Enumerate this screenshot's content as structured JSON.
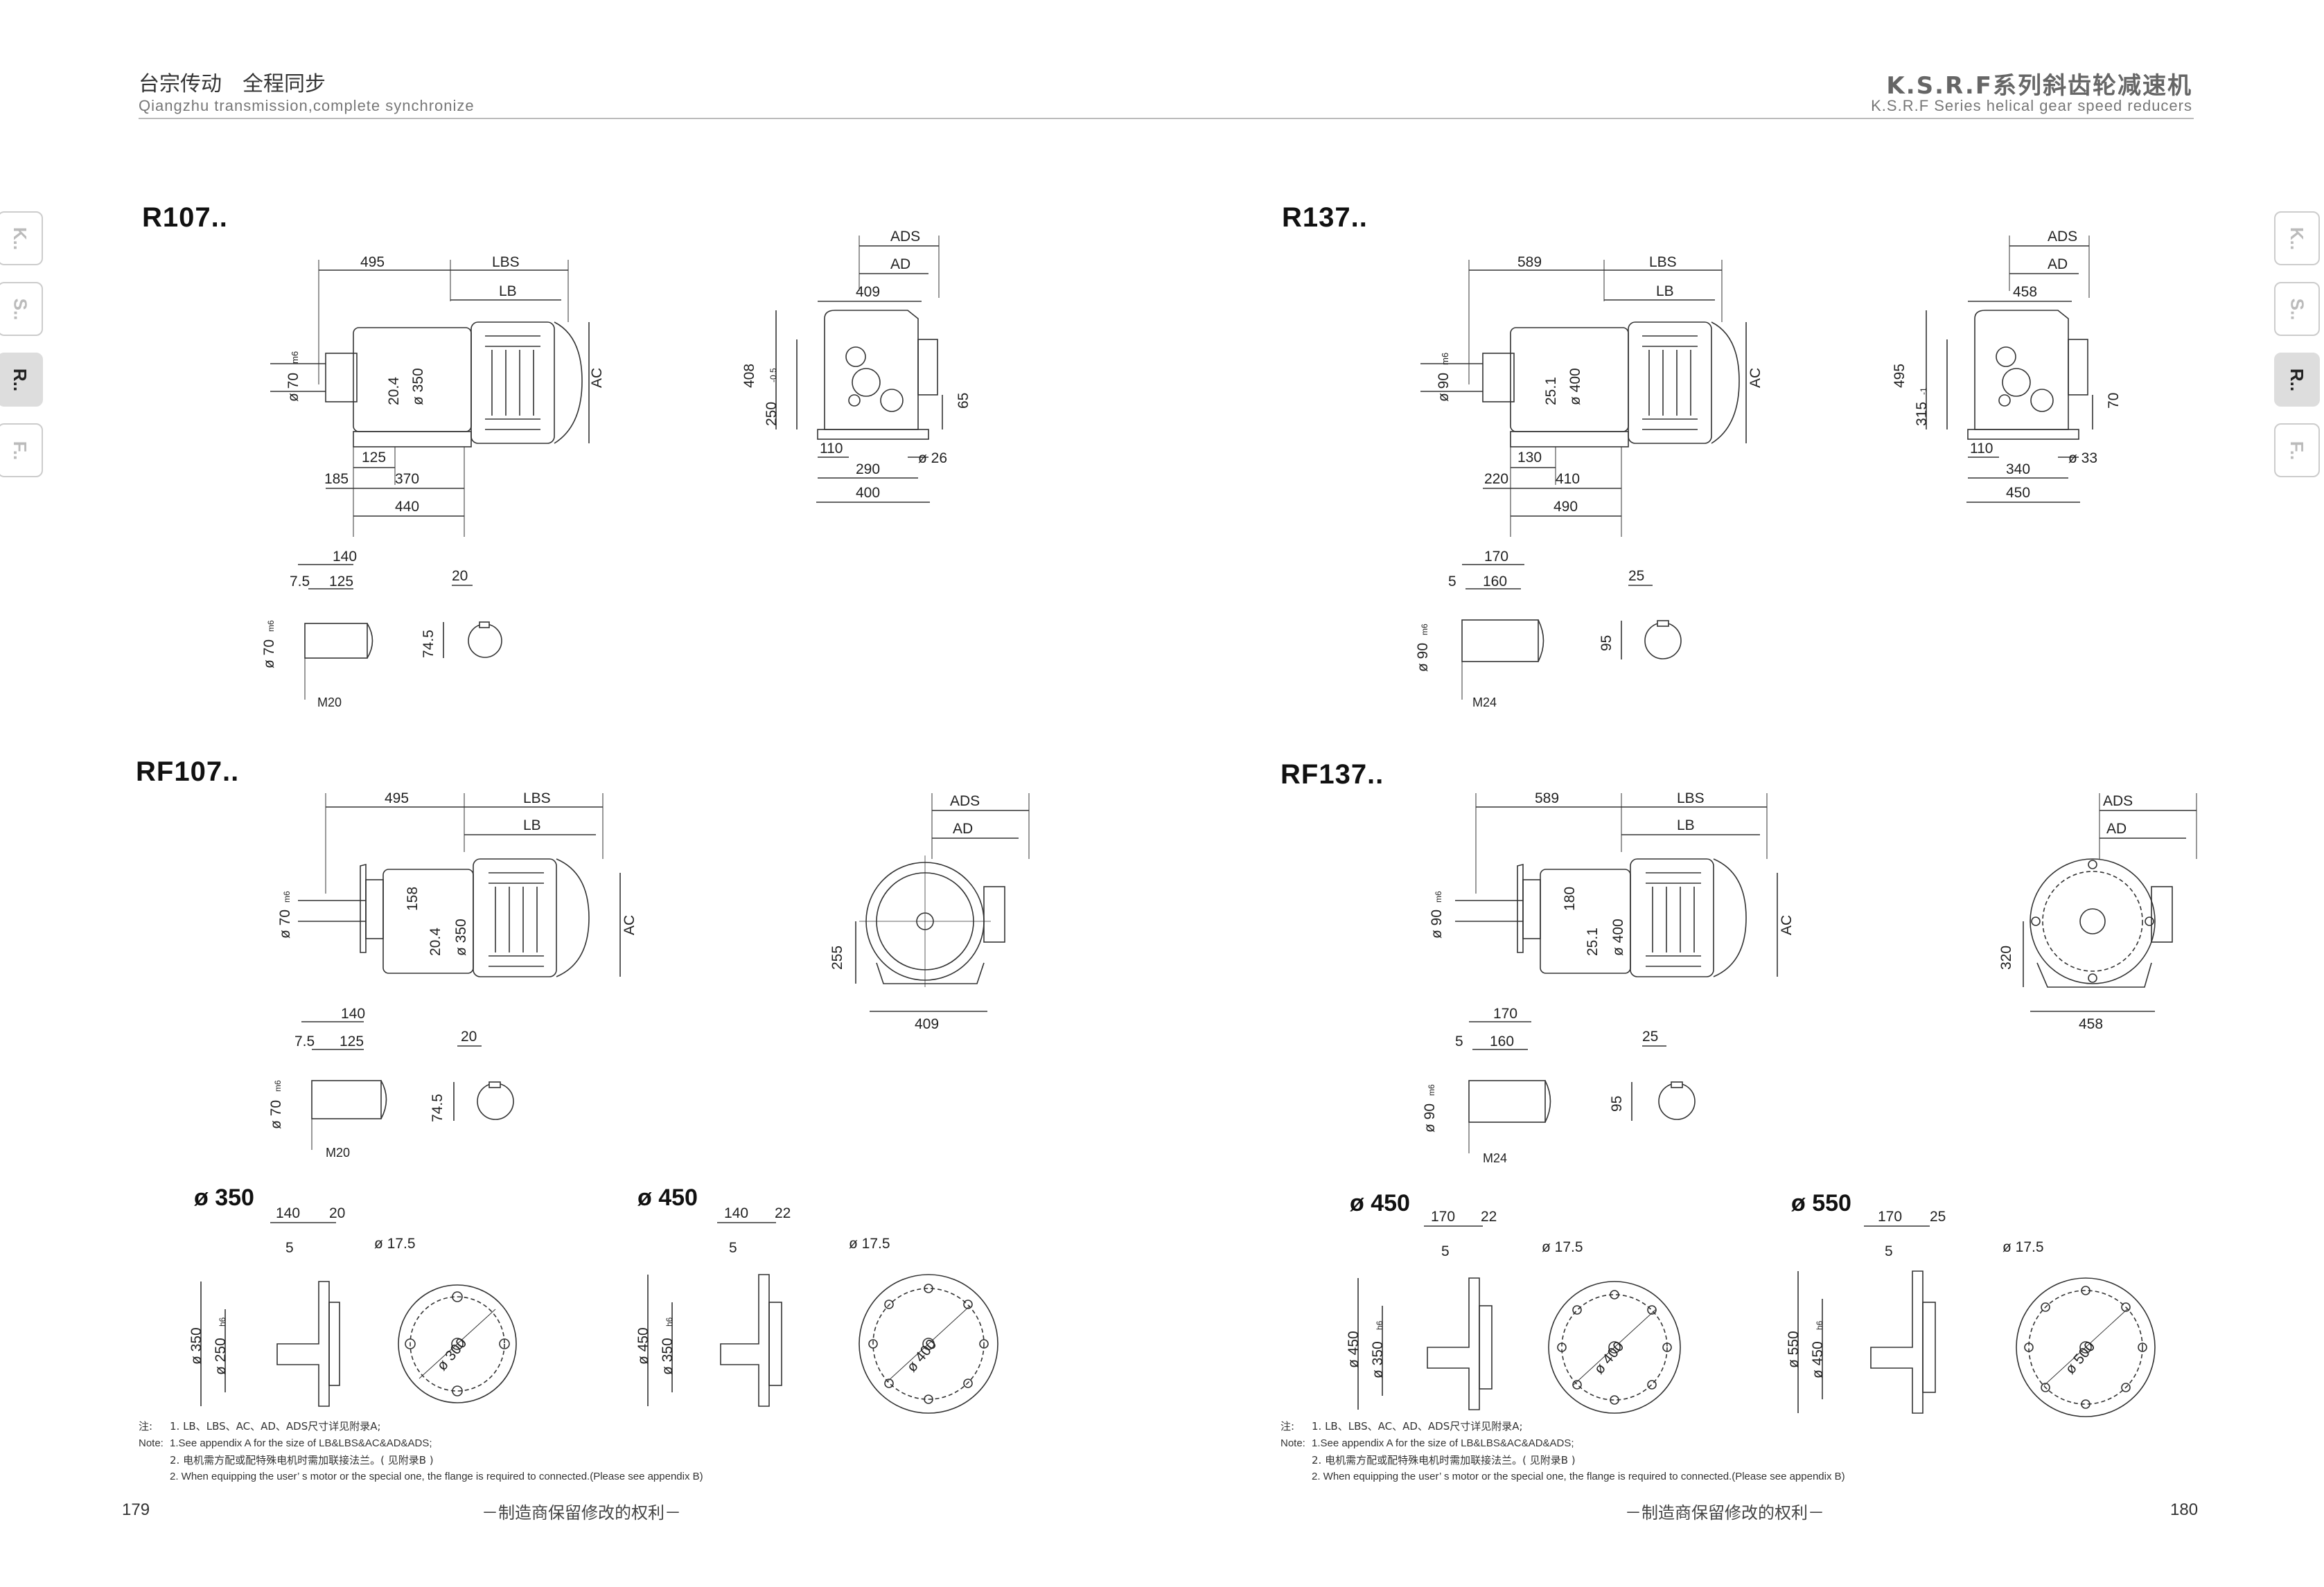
{
  "header": {
    "left_cn": "台宗传动　全程同步",
    "left_en": "Qiangzhu transmission,complete synchronize",
    "right_cn": "K.S.R.F系列斜齿轮减速机",
    "right_en": "K.S.R.F Series helical gear speed reducers"
  },
  "side_tabs": {
    "labels": [
      "K..",
      "S..",
      "R..",
      "F.."
    ],
    "active": "R.."
  },
  "left_page": {
    "r_title": "R107..",
    "r_dims": {
      "d495": "495",
      "lbs": "LBS",
      "lb": "LB",
      "ac": "AC",
      "ads": "ADS",
      "ad": "AD",
      "d409": "409",
      "d408": "408",
      "d250": "250",
      "tol250": "-0.5",
      "d65": "65",
      "d110": "110",
      "d26": "ø 26",
      "d290": "290",
      "d400": "400",
      "shaft": "ø 70",
      "shaft_tol": "m6",
      "d20_4": "20.4",
      "d350": "ø 350",
      "d125": "125",
      "d185": "185",
      "d370": "370",
      "d440": "440"
    },
    "r_shaft": {
      "d140": "140",
      "d7_5": "7.5",
      "d125": "125",
      "shaft": "ø 70",
      "shaft_tol": "m6",
      "thread": "M20",
      "d20": "20",
      "d74_5": "74.5"
    },
    "rf_title": "RF107..",
    "rf_dims": {
      "d495": "495",
      "lbs": "LBS",
      "lb": "LB",
      "ac": "AC",
      "ads": "ADS",
      "ad": "AD",
      "shaft": "ø 70",
      "shaft_tol": "m6",
      "d158": "158",
      "d20_4": "20.4",
      "d350": "ø 350",
      "d255": "255",
      "d409": "409"
    },
    "rf_shaft": {
      "d140": "140",
      "d7_5": "7.5",
      "d125": "125",
      "shaft": "ø 70",
      "shaft_tol": "m6",
      "thread": "M20",
      "d20": "20",
      "d74_5": "74.5"
    },
    "flange_a": {
      "title": "ø 350",
      "d140": "140",
      "d20": "20",
      "d5": "5",
      "outer": "ø 350",
      "spigot": "ø 250",
      "spigot_tol": "h6",
      "hole": "ø 17.5",
      "pcd": "ø 300"
    },
    "flange_b": {
      "title": "ø 450",
      "d140": "140",
      "d22": "22",
      "d5": "5",
      "outer": "ø 450",
      "spigot": "ø 350",
      "spigot_tol": "h6",
      "hole": "ø 17.5",
      "pcd": "ø 400"
    },
    "notes": {
      "zhu": "注:",
      "note_label": "Note:",
      "line1_cn": "1. LB、LBS、AC、AD、ADS尺寸详见附录A;",
      "line1_en": "1.See appendix A for the size of LB&LBS&AC&AD&ADS;",
      "line2_cn": "2. 电机需方配或配特殊电机时需加联接法兰。( 见附录B )",
      "line2_en": "2. When equipping the user’ s motor or the special one, the flange is required to connected.(Please see appendix B)"
    },
    "page_number": "179",
    "footer": "－制造商保留修改的权利－"
  },
  "right_page": {
    "r_title": "R137..",
    "r_dims": {
      "d589": "589",
      "lbs": "LBS",
      "lb": "LB",
      "ac": "AC",
      "ads": "ADS",
      "ad": "AD",
      "d458": "458",
      "d495": "495",
      "d315": "315",
      "tol315": "-1",
      "d70": "70",
      "d110": "110",
      "d33": "ø 33",
      "d340": "340",
      "d450": "450",
      "shaft": "ø 90",
      "shaft_tol": "m6",
      "d25_1": "25.1",
      "d400": "ø 400",
      "d130": "130",
      "d220": "220",
      "d410": "410",
      "d490": "490"
    },
    "r_shaft": {
      "d170": "170",
      "d5": "5",
      "d160": "160",
      "shaft": "ø 90",
      "shaft_tol": "m6",
      "thread": "M24",
      "d25": "25",
      "d95": "95"
    },
    "rf_title": "RF137..",
    "rf_dims": {
      "d589": "589",
      "lbs": "LBS",
      "lb": "LB",
      "ac": "AC",
      "ads": "ADS",
      "ad": "AD",
      "shaft": "ø 90",
      "shaft_tol": "m6",
      "d180": "180",
      "d25_1": "25.1",
      "d400": "ø 400",
      "d320": "320",
      "d458": "458"
    },
    "rf_shaft": {
      "d170": "170",
      "d5": "5",
      "d160": "160",
      "shaft": "ø 90",
      "shaft_tol": "m6",
      "thread": "M24",
      "d25": "25",
      "d95": "95"
    },
    "flange_a": {
      "title": "ø 450",
      "d170": "170",
      "d22": "22",
      "d5": "5",
      "outer": "ø 450",
      "spigot": "ø 350",
      "spigot_tol": "h6",
      "hole": "ø 17.5",
      "pcd": "ø 400"
    },
    "flange_b": {
      "title": "ø 550",
      "d170": "170",
      "d25": "25",
      "d5": "5",
      "outer": "ø 550",
      "spigot": "ø 450",
      "spigot_tol": "h6",
      "hole": "ø 17.5",
      "pcd": "ø 500"
    },
    "notes": {
      "zhu": "注:",
      "note_label": "Note:",
      "line1_cn": "1. LB、LBS、AC、AD、ADS尺寸详见附录A;",
      "line1_en": "1.See appendix A for the size of LB&LBS&AC&AD&ADS;",
      "line2_cn": "2. 电机需方配或配特殊电机时需加联接法兰。( 见附录B )",
      "line2_en": "2. When equipping the user’ s motor or the special one, the flange is required to connected.(Please see appendix B)"
    },
    "page_number": "180",
    "footer": "－制造商保留修改的权利－"
  }
}
